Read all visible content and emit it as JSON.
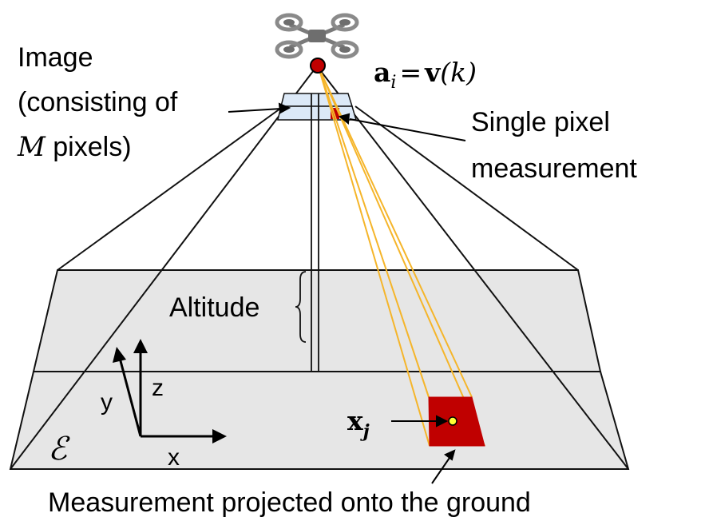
{
  "labels": {
    "image_line1": "Image",
    "image_line2": "(consisting of",
    "image_line3_var": "M",
    "image_line3_rest": " pixels)",
    "single_pixel_line1": "Single pixel",
    "single_pixel_line2": "measurement",
    "altitude": "Altitude",
    "ground_caption": "Measurement projected onto the ground",
    "axis_x": "x",
    "axis_y": "y",
    "axis_z": "z",
    "env_symbol": "ℰ",
    "pose_lhs": "a",
    "pose_sub": "i",
    "pose_eq": "=",
    "pose_v": "v",
    "pose_arg": "(k)",
    "point_var": "x",
    "point_sub": "j"
  },
  "colors": {
    "ground": "#e6e6e6",
    "ground_stroke": "#111111",
    "image_plane": "#dce9f7",
    "pixel_and_footprint": "#c00000",
    "projection_rays": "#f5b52a",
    "point_marker": "#ffff33",
    "drone": "#7a7a7a"
  },
  "icons": [
    "quadcopter-drone-icon"
  ]
}
